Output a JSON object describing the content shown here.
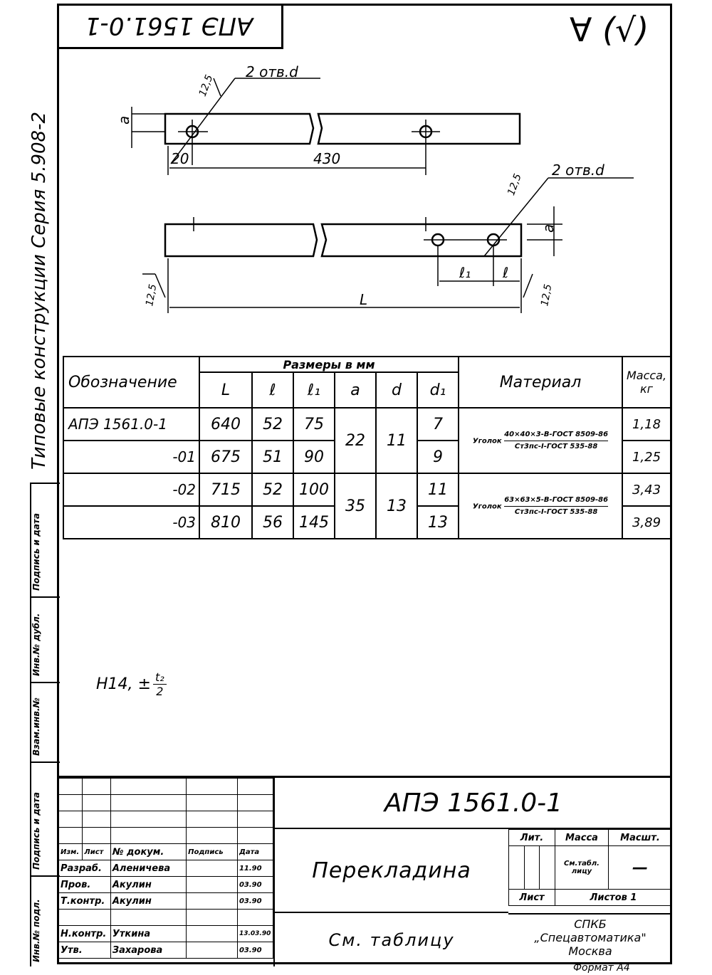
{
  "stamp": {
    "code": "АПЭ 1561.0-1"
  },
  "sidebar": {
    "series_text": "Типовые конструкции  Серия 5.908-2",
    "cells": [
      "Подпись и дата",
      "Инв.№ дубл.",
      "Взам.инв.№",
      "Подпись и дата",
      "Инв.№ подл."
    ]
  },
  "roughness": "∀ (√)",
  "drawing": {
    "top_part": {
      "holes_label": "2 отв.d",
      "roughness": "12,5",
      "dim_a": "a",
      "dim_20": "20",
      "dim_430": "430"
    },
    "bottom_part": {
      "holes_label": "2 отв.d",
      "roughness_top": "12,5",
      "roughness_left": "12,5",
      "roughness_right": "12,5",
      "dim_a": "a",
      "dim_l1": "ℓ₁",
      "dim_l": "ℓ",
      "dim_L": "L"
    }
  },
  "spec_table": {
    "header": {
      "designation": "Обозначение",
      "sizes": "Размеры в мм",
      "material": "Материал",
      "mass": "Масса, кг"
    },
    "cols": [
      "L",
      "ℓ",
      "ℓ₁",
      "a",
      "d",
      "d₁"
    ],
    "rows": [
      {
        "designation": "АПЭ 1561.0-1",
        "L": "640",
        "l": "52",
        "l1": "75",
        "d1": "7",
        "mass": "1,18"
      },
      {
        "designation": "-01",
        "L": "675",
        "l": "51",
        "l1": "90",
        "d1": "9",
        "mass": "1,25"
      },
      {
        "designation": "-02",
        "L": "715",
        "l": "52",
        "l1": "100",
        "d1": "11",
        "mass": "3,43"
      },
      {
        "designation": "-03",
        "L": "810",
        "l": "56",
        "l1": "145",
        "d1": "13",
        "mass": "3,89"
      }
    ],
    "group1": {
      "a": "22",
      "d": "11",
      "material_prefix": "Уголок",
      "material_top": "40×40×3-В-ГОСТ 8509-86",
      "material_bottom": "Ст3пс-I-ГОСТ 535-88"
    },
    "group2": {
      "a": "35",
      "d": "13",
      "material_prefix": "Уголок",
      "material_top": "63×63×5-В-ГОСТ 8509-86",
      "material_bottom": "Ст3пс-I-ГОСТ 535-88"
    }
  },
  "tolerance_note": {
    "main": "H14, ±",
    "num": "t₂",
    "den": "2"
  },
  "title_block": {
    "doc_code": "АПЭ 1561.0-1",
    "name": "Перекладина",
    "material_ref": "См. таблицу",
    "lit": "Лит.",
    "mass": "Масса",
    "scale": "Масшт.",
    "mass_value": "См.табл. лицу",
    "scale_value": "—",
    "sheet": "Лист",
    "sheets": "Листов 1",
    "org_line1": "СПКБ",
    "org_line2": "„Спецавтоматика\"",
    "org_line3": "Москва",
    "col_headers": [
      "Изм.",
      "Лист",
      "№ докум.",
      "Подпись",
      "Дата"
    ],
    "roles": [
      {
        "role": "Разраб.",
        "name": "Аленичева",
        "date": "11.90"
      },
      {
        "role": "Пров.",
        "name": "Акулин",
        "date": "03.90"
      },
      {
        "role": "Т.контр.",
        "name": "Акулин",
        "date": "03.90"
      },
      {
        "role": "",
        "name": "",
        "date": ""
      },
      {
        "role": "Н.контр.",
        "name": "Уткина",
        "date": "13.03.90"
      },
      {
        "role": "Утв.",
        "name": "Захарова",
        "date": "03.90"
      }
    ],
    "format": "Формат А4"
  }
}
